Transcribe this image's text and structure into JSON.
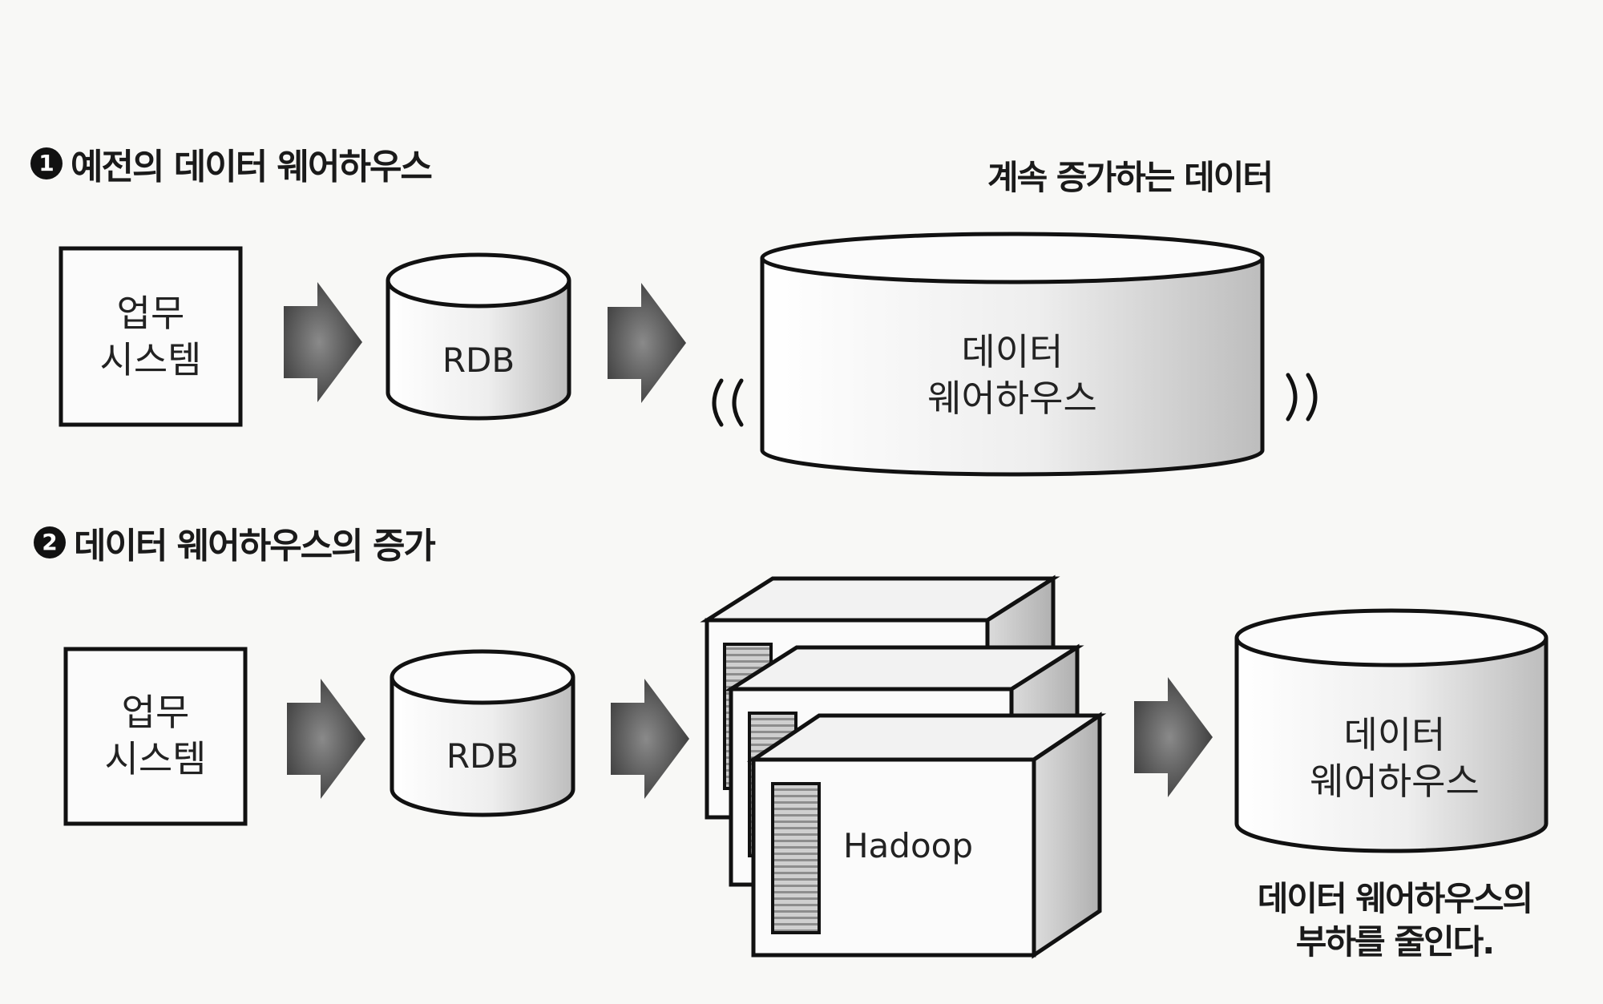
{
  "section1": {
    "number": "1",
    "title": "예전의 데이터 웨어하우스",
    "system_label_line1": "업무",
    "system_label_line2": "시스템",
    "rdb_label": "RDB",
    "dw_label_line1": "데이터",
    "dw_label_line2": "웨어하우스",
    "growing_note": "계속 증가하는 데이터"
  },
  "section2": {
    "number": "2",
    "title": "데이터 웨어하우스의 증가",
    "system_label_line1": "업무",
    "system_label_line2": "시스템",
    "rdb_label": "RDB",
    "hadoop_label": "Hadoop",
    "dw_label_line1": "데이터",
    "dw_label_line2": "웨어하우스",
    "load_note_line1": "데이터 웨어하우스의",
    "load_note_line2": "부하를 줄인다."
  }
}
